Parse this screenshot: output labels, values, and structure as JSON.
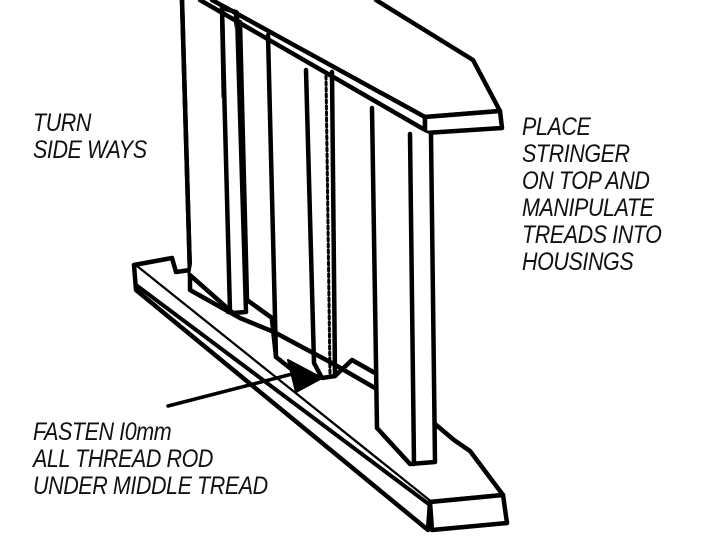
{
  "diagram": {
    "type": "technical-illustration",
    "subject": "stair stringer and treads assembly",
    "line_color": "#000000",
    "background": "#ffffff"
  },
  "labels": {
    "turn": {
      "lines": [
        "TURN",
        "SIDE WAYS"
      ]
    },
    "place": {
      "lines": [
        "PLACE",
        "STRINGER",
        "ON TOP AND",
        "MANIPULATE",
        "TREADS INTO",
        "HOUSINGS"
      ]
    },
    "fasten": {
      "lines": [
        "FASTEN I0mm",
        "ALL THREAD ROD",
        "UNDER MIDDLE TREAD"
      ]
    }
  },
  "parts": {
    "top_stringer": "stringer placed on top",
    "bottom_stringer": "stringer lying on its side",
    "treads": [
      "tread-1",
      "tread-2",
      "tread-3",
      "tread-4"
    ],
    "rod": "10mm all thread rod under middle tread",
    "arrow": "pointer to rod"
  }
}
